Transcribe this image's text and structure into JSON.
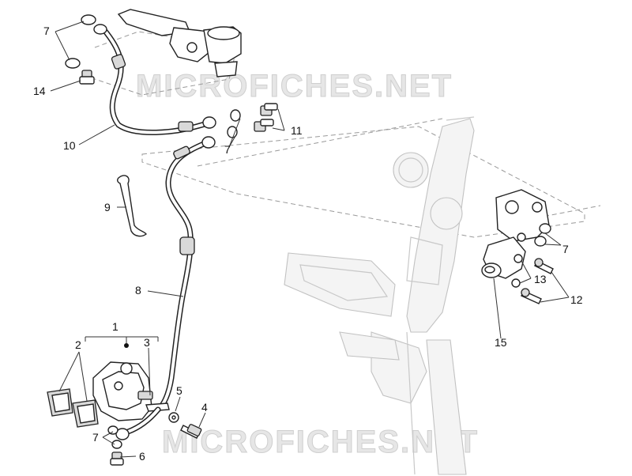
{
  "watermark": {
    "upper": "MICROFICHES.NET",
    "lower": "MICROFICHES.NET"
  },
  "callouts": [
    {
      "id": "c1",
      "text": "1"
    },
    {
      "id": "c2",
      "text": "2"
    },
    {
      "id": "c3",
      "text": "3"
    },
    {
      "id": "c4",
      "text": "4"
    },
    {
      "id": "c5",
      "text": "5"
    },
    {
      "id": "c6",
      "text": "6"
    },
    {
      "id": "c7a",
      "text": "7"
    },
    {
      "id": "c7b",
      "text": "7"
    },
    {
      "id": "c7c",
      "text": "7"
    },
    {
      "id": "c7d",
      "text": "7"
    },
    {
      "id": "c8",
      "text": "8"
    },
    {
      "id": "c9",
      "text": "9"
    },
    {
      "id": "c10",
      "text": "10"
    },
    {
      "id": "c11",
      "text": "11"
    },
    {
      "id": "c12",
      "text": "12"
    },
    {
      "id": "c13",
      "text": "13"
    },
    {
      "id": "c14",
      "text": "14"
    },
    {
      "id": "c15",
      "text": "15"
    }
  ]
}
